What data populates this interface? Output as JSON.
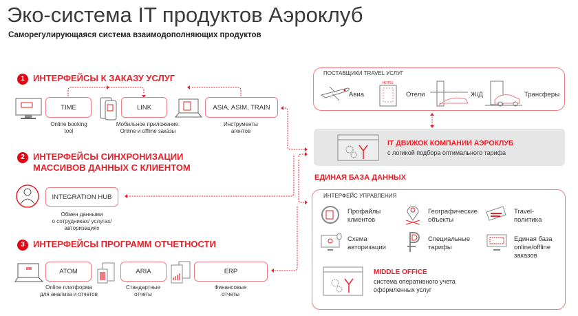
{
  "header": {
    "title": "Эко-система IT продуктов Аэроклуб",
    "subtitle": "Саморегулирующаяся система взаимодополняющих продуктов"
  },
  "sections": [
    {
      "number": "1",
      "title": "ИНТЕРФЕЙСЫ К ЗАКАЗУ УСЛУГ",
      "products": [
        {
          "name": "TIME",
          "caption1": "Online booking",
          "caption2": "tool",
          "icon": "monitor-book-icon"
        },
        {
          "name": "LINK",
          "caption1": "Мобильное приложение.",
          "caption2": "Online и offline заказы",
          "icon": "mobile-phone-icon"
        },
        {
          "name": "ASIA, ASIM, TRAIN",
          "caption1": "Инструменты",
          "caption2": "агентов",
          "icon": "laptop-icon"
        }
      ]
    },
    {
      "number": "2",
      "title_line1": "ИНТЕРФЕЙСЫ СИНХРОНИЗАЦИИ",
      "title_line2": "МАССИВОВ ДАННЫХ С КЛИЕНТОМ",
      "products": [
        {
          "name": "INTEGRATION HUB",
          "caption1": "Обмен данными",
          "caption2": "о сотрудниках/ услугах/",
          "caption3": "авторизациях",
          "icon": "people-sync-icon"
        }
      ]
    },
    {
      "number": "3",
      "title": "ИНТЕРФЕЙСЫ ПРОГРАММ ОТЧЕТНОСТИ",
      "products": [
        {
          "name": "ATOM",
          "caption1": "Online платформа",
          "caption2": "для анализа и отчетов",
          "icon": "laptop-search-icon"
        },
        {
          "name": "ARIA",
          "caption1": "Стандартные",
          "caption2": "отчеты",
          "icon": "calculator-report-icon"
        },
        {
          "name": "ERP",
          "caption1": "Финансовые",
          "caption2": "отчеты",
          "icon": "documents-chart-icon"
        }
      ]
    }
  ],
  "suppliers": {
    "title": "ПОСТАВЩИКИ TRAVEL УСЛУГ",
    "items": [
      "Авиа",
      "Отели",
      "Ж/Д",
      "Трансферы"
    ],
    "hotel_sign": "HOTEL"
  },
  "engine": {
    "title": "IT ДВИЖОК КОМПАНИИ АЭРОКЛУБ",
    "subtitle": "с логикой подбора оптимального тарифа"
  },
  "database": {
    "title": "ЕДИНАЯ БАЗА ДАННЫХ"
  },
  "management": {
    "title": "ИНТЕРФЕЙС УПРАВЛЕНИЯ",
    "items": [
      {
        "l1": "Профайлы",
        "l2": "клиентов"
      },
      {
        "l1": "Географические",
        "l2": "объекты"
      },
      {
        "l1": "Travel-",
        "l2": "политика"
      },
      {
        "l1": "Схема",
        "l2": "авторизации"
      },
      {
        "l1": "Специальные",
        "l2": "тарифы"
      },
      {
        "l1": "Единая база",
        "l2": "online/offline",
        "l3": "заказов"
      }
    ],
    "middle_office": {
      "title": "MIDDLE OFFICE",
      "l1": "система оперативного учета",
      "l2": "оформленных услуг"
    }
  },
  "colors": {
    "accent": "#e8202a",
    "border": "#f07a7f",
    "gray": "#e6e6e6"
  }
}
